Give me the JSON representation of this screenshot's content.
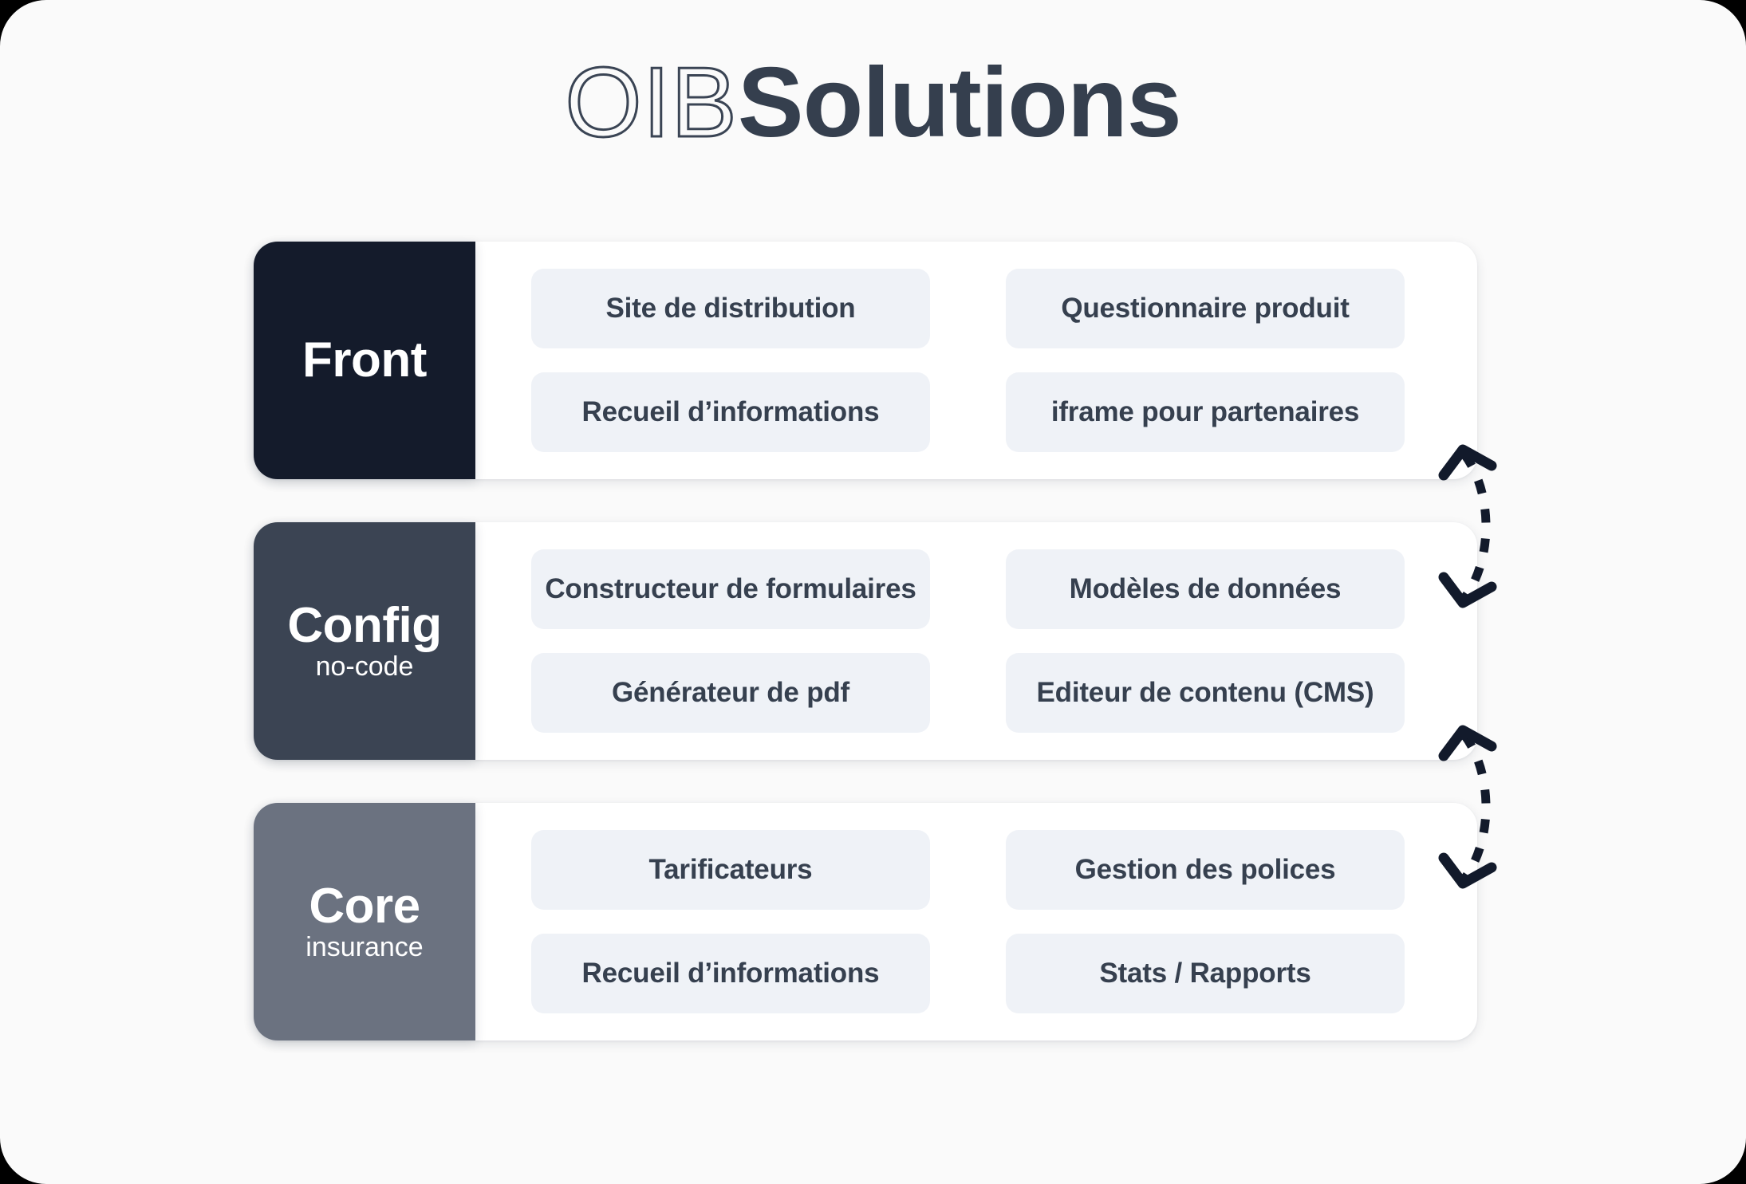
{
  "page": {
    "background_color": "#fafafa",
    "title": {
      "outline_part": "OIB",
      "solid_part": "Solutions",
      "outline_color": "#3a4454",
      "solid_color": "#353f4e"
    }
  },
  "colors": {
    "front_label_bg": "#141b2b",
    "config_label_bg": "#3b4453",
    "core_label_bg": "#6b7280",
    "chip_bg": "#eff2f7",
    "chip_text": "#36404f",
    "card_bg": "#ffffff",
    "arrow": "#121a2b"
  },
  "rows": [
    {
      "id": "front",
      "label": "Front",
      "sublabel": "",
      "chips": [
        "Site de distribution",
        "Questionnaire produit",
        "Recueil d’informations",
        "iframe pour partenaires"
      ]
    },
    {
      "id": "config",
      "label": "Config",
      "sublabel": "no-code",
      "chips": [
        "Constructeur de formulaires",
        "Modèles de données",
        "Générateur de pdf",
        "Editeur de contenu (CMS)"
      ]
    },
    {
      "id": "core",
      "label": "Core",
      "sublabel": "insurance",
      "chips": [
        "Tarificateurs",
        "Gestion des polices",
        "Recueil d’informations",
        "Stats / Rapports"
      ]
    }
  ],
  "connectors": [
    {
      "id": "front-config",
      "style": "dashed",
      "heads": "double"
    },
    {
      "id": "config-core",
      "style": "dashed",
      "heads": "double"
    }
  ]
}
